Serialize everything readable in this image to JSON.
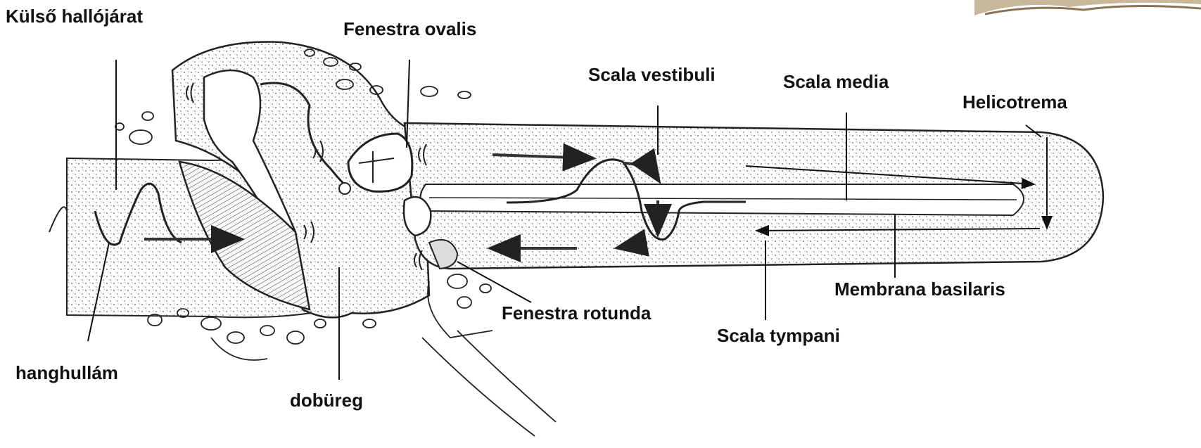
{
  "labels": {
    "kulso_hallojarat": "Külső hallójárat",
    "fenestra_ovalis": "Fenestra ovalis",
    "scala_vestibuli": "Scala vestibuli",
    "scala_media": "Scala media",
    "helicotrema": "Helicotrema",
    "membrana_basilaris": "Membrana basilaris",
    "fenestra_rotunda": "Fenestra rotunda",
    "scala_tympani": "Scala tympani",
    "hanghullam": "hanghullám",
    "dobureg": "dobüreg"
  },
  "colors": {
    "ink": "#1a1a1a",
    "stipple": "#555555",
    "background": "#ffffff"
  }
}
